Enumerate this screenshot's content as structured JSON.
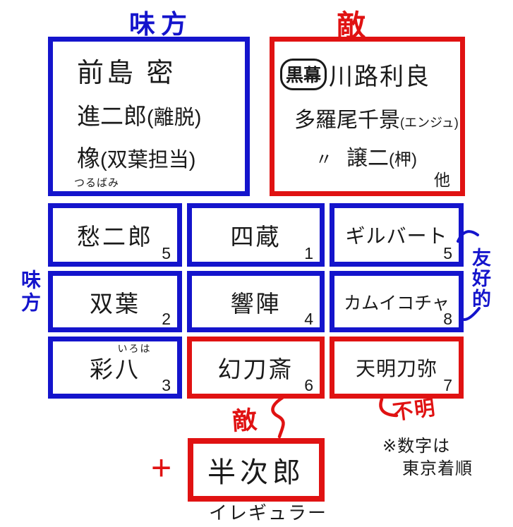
{
  "colors": {
    "ally_blue": "#1414cc",
    "enemy_red": "#e01212",
    "ink": "#1a1a1a"
  },
  "labels": {
    "ally_top": "味方",
    "enemy_top": "敵",
    "ally_side": "味方",
    "friendly": "友好的",
    "enemy_pointer": "敵",
    "unknown": "不明",
    "plus": "+",
    "irregular": "イレギュラー",
    "footnote_line1": "※数字は",
    "footnote_line2": "東京着順"
  },
  "ally_box": {
    "lines": [
      {
        "main": "前島 密",
        "note": ""
      },
      {
        "main": "進二郎",
        "note": "(離脱)"
      },
      {
        "main": "橡",
        "note": "(双葉担当)"
      }
    ],
    "furigana": "つるばみ"
  },
  "enemy_box": {
    "badge": "黒幕",
    "mastermind": "川路利良",
    "line2_name": "多羅尾千景",
    "line2_note": "(エンジュ)",
    "ditto": "〃",
    "line3_name": "譲二",
    "line3_note": "(柙)",
    "etc": "他"
  },
  "grid": {
    "rows": [
      [
        {
          "name": "愁二郎",
          "num": "5"
        },
        {
          "name": "四蔵",
          "num": "1"
        },
        {
          "name": "ギルバート",
          "num": "5"
        }
      ],
      [
        {
          "name": "双葉",
          "num": "2"
        },
        {
          "name": "響陣",
          "num": "4"
        },
        {
          "name": "カムイコチャ",
          "num": "8"
        }
      ],
      [
        {
          "name": "彩八",
          "num": "3",
          "furigana": "いろは"
        },
        {
          "name": "幻刀斎",
          "num": "6"
        },
        {
          "name": "天明刀弥",
          "num": "7"
        }
      ]
    ]
  },
  "irregular_box": {
    "name": "半次郎"
  }
}
